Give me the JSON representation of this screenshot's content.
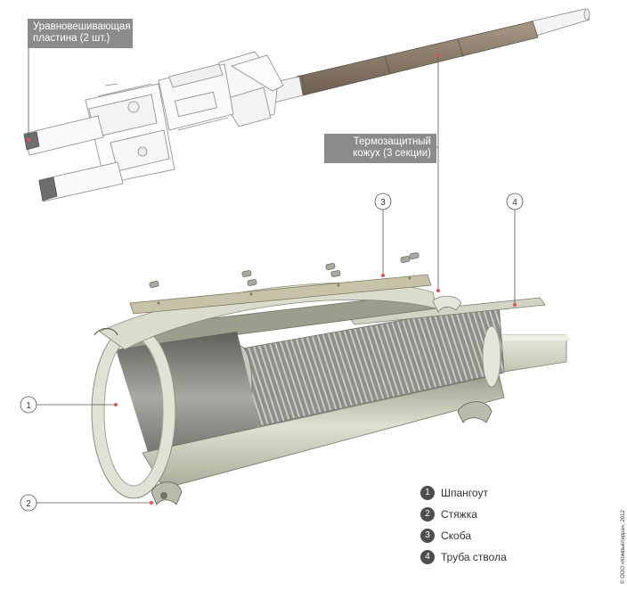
{
  "callouts": {
    "balance_plates": "Уравновешивающая пластина (2 шт.)",
    "thermal_jacket": "Термозащитный кожух (3 секции)"
  },
  "part_numbers": [
    "1",
    "2",
    "3",
    "4"
  ],
  "legend": [
    {
      "num": "1",
      "label": "Шпангоут"
    },
    {
      "num": "2",
      "label": "Стяжка"
    },
    {
      "num": "3",
      "label": "Скоба"
    },
    {
      "num": "4",
      "label": "Труба ствола"
    }
  ],
  "copyright": "© ООО «Компьютерра», 2012",
  "colors": {
    "callout_bg": "#8b8b8b",
    "legend_badge": "#4d4d4d",
    "accent_dot": "#e0505a",
    "jacket_brown": "#8a7a6a",
    "shell_light": "#d8dccb",
    "shell_dark": "#9ea18e"
  }
}
